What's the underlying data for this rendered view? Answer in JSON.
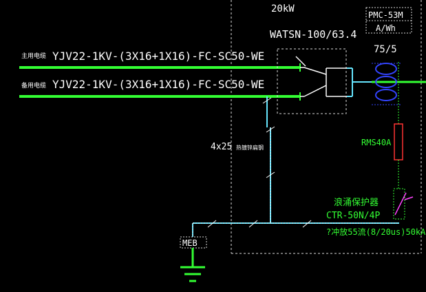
{
  "labels": {
    "power_top": "20kW",
    "ats_model": "WATSN-100/63.4",
    "meter_model": "PMC-53M",
    "meter_unit": "A/Wh",
    "ct_ratio": "75/5",
    "main_label": "主用电缆",
    "main_cable": "YJV22-1KV-(3X16+1X16)-FC-SC50-WE",
    "backup_label": "备用电缆",
    "backup_cable": "YJV22-1KV-(3X16+1X16)-FC-SC50-WE",
    "ground_spec": "4x25",
    "ground_spec_note": "热镀锌扁钢",
    "rms": "RMS40A",
    "spd_name": "浪涌保护器",
    "spd_model": "CTR-50N/4P",
    "spd_rating": "?冲放55流(8/20us)50kA",
    "meb": "MEB"
  },
  "colors": {
    "background": "#000000",
    "feeder_green": "#33ff33",
    "conductor_cyan": "#66e6ff",
    "dashed_white": "#dddddd",
    "ct_blue": "#3344ff",
    "rms_red": "#ff3333",
    "spd_magenta": "#ff44ff",
    "text_white": "#ffffff"
  }
}
